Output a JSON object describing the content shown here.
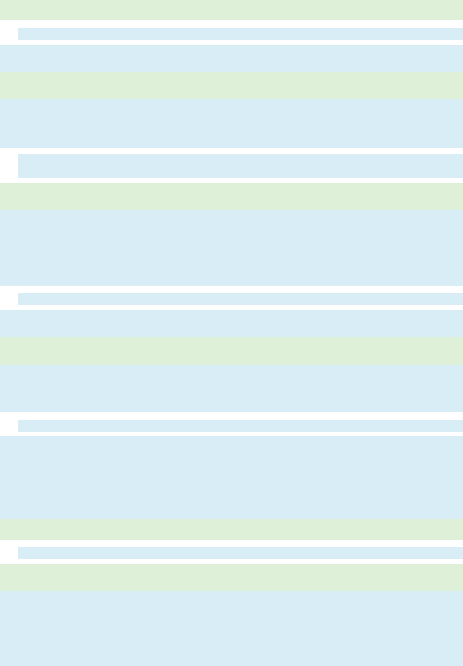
{
  "colors": {
    "background": "#ffffff",
    "green_row": "#dff0d8",
    "blue_row": "#d9edf7"
  },
  "blocks": [
    {
      "name": "row-1",
      "kind": "green"
    },
    {
      "name": "row-2",
      "kind": "blue"
    },
    {
      "name": "row-3",
      "kind": "blue"
    },
    {
      "name": "row-4",
      "kind": "green"
    },
    {
      "name": "row-5",
      "kind": "blue"
    },
    {
      "name": "row-6",
      "kind": "blue"
    },
    {
      "name": "row-7",
      "kind": "green"
    },
    {
      "name": "row-8",
      "kind": "blue"
    },
    {
      "name": "row-9",
      "kind": "blue"
    },
    {
      "name": "row-10",
      "kind": "blue"
    },
    {
      "name": "row-11",
      "kind": "green"
    },
    {
      "name": "row-12",
      "kind": "blue"
    },
    {
      "name": "row-13",
      "kind": "blue"
    },
    {
      "name": "row-14",
      "kind": "blue"
    },
    {
      "name": "row-15",
      "kind": "green"
    },
    {
      "name": "row-16",
      "kind": "blue"
    },
    {
      "name": "row-17",
      "kind": "green"
    },
    {
      "name": "row-18",
      "kind": "blue"
    }
  ]
}
